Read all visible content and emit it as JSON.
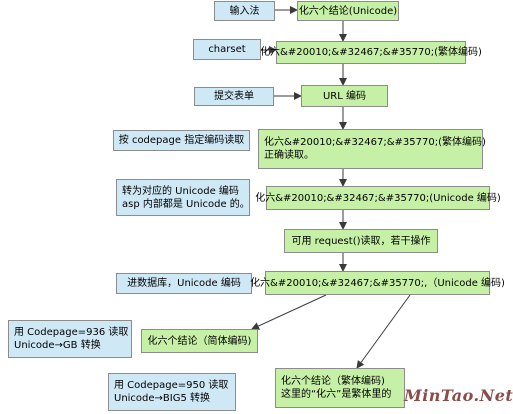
{
  "nodes": {
    "input_method": "输入法",
    "step1_text": "化六个结论(Unicode)",
    "charset": "charset",
    "step2_text": "化六&#20010;&#32467;&#35770;(繁体编码)",
    "form_submit": "提交表单",
    "url_encoding": "URL 编码",
    "codepage_read": "按 codepage 指定编码读取",
    "step3_line1": "化六&#20010;&#32467;&#35770;(繁体编码)",
    "step3_line2": "正确读取。",
    "convert_line1": "转为对应的 Unicode 编码",
    "convert_line2": "asp 内部都是 Unicode 的。",
    "step4_text": "化六&#20010;&#32467;&#35770;(Unicode 编码)",
    "request_read": "可用 request()读取，若干操作",
    "db_store": "进数据库，Unicode 编码",
    "step5_text": "化六&#20010;&#32467;&#35770;,（Unicode 编码)",
    "cp936_line1": "用 Codepage=936 读取",
    "cp936_line2": "Unicode→GB 转换",
    "result_simplified": "化六个结论（简体编码)",
    "cp950_line1": "用 Codepage=950 读取",
    "cp950_line2": "Unicode→BIG5 转换",
    "result_trad_line1": "化六个结论（繁体编码)",
    "result_trad_line2": "这里的“化六”是繁体里的"
  },
  "watermark": "MinTao.Net",
  "colors": {
    "label_fill": "#cfe8f6",
    "process_fill": "#c6f0a6",
    "arrow": "#3a3a3a",
    "watermark": "#8b4b47"
  }
}
